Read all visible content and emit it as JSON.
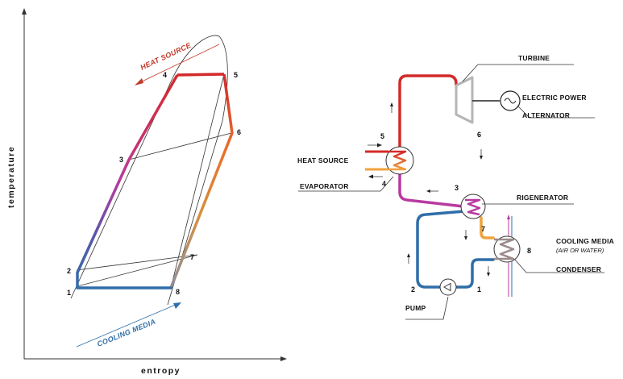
{
  "ts_diagram": {
    "x_label": "entropy",
    "y_label": "temperature",
    "heat_source_label": "HEAT SOURCE",
    "cooling_media_label": "COOLING MEDIA",
    "points": [
      "1",
      "2",
      "3",
      "4",
      "5",
      "6",
      "7",
      "8"
    ]
  },
  "schematic": {
    "labels": {
      "turbine": "TURBINE",
      "electric_power": "ELECTRIC POWER",
      "alternator": "ALTERNATOR",
      "heat_source": "HEAT SOURCE",
      "evaporator": "EVAPORATOR",
      "rigenerator": "RIGENERATOR",
      "cooling_media": "COOLING MEDIA",
      "cooling_media_sub": "(AIR OR WATER)",
      "condenser": "CONDENSER",
      "pump": "PUMP"
    },
    "points": [
      "5",
      "4",
      "3",
      "6",
      "7",
      "8",
      "2",
      "1"
    ]
  },
  "colors": {
    "heat_red": "#d42a2a",
    "heat_orange": "#f0a33c",
    "magenta": "#b83aa0",
    "cooling_blue": "#2f6ea8",
    "gray": "#b5b5b5",
    "heat_source_text": "#c0392b",
    "cooling_text": "#2f6ea8"
  }
}
